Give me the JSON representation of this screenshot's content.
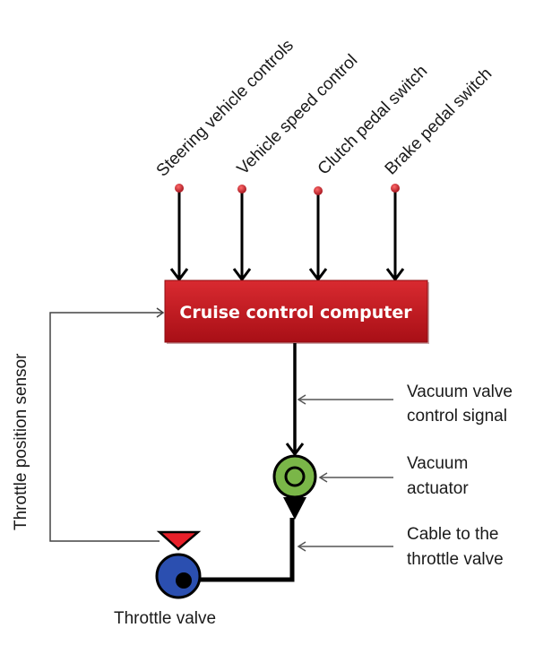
{
  "diagram": {
    "inputs": [
      {
        "label": "Steering vehicle controls"
      },
      {
        "label": "Vehicle speed control"
      },
      {
        "label": "Clutch pedal switch"
      },
      {
        "label": "Brake pedal switch"
      }
    ],
    "computer": {
      "label": "Cruise control computer",
      "color": "#c8141e"
    },
    "feedback": {
      "label": "Throttle position sensor"
    },
    "actuator": {
      "label_line1": "Vacuum",
      "label_line2": "actuator",
      "color": "#7ab648"
    },
    "signal": {
      "label_line1": "Vacuum valve",
      "label_line2": "control signal"
    },
    "cable": {
      "label_line1": "Cable to the",
      "label_line2": "throttle valve"
    },
    "throttle_valve": {
      "label": "Throttle valve",
      "color": "#2b4fb0",
      "indicator_color": "#e8202a"
    }
  }
}
